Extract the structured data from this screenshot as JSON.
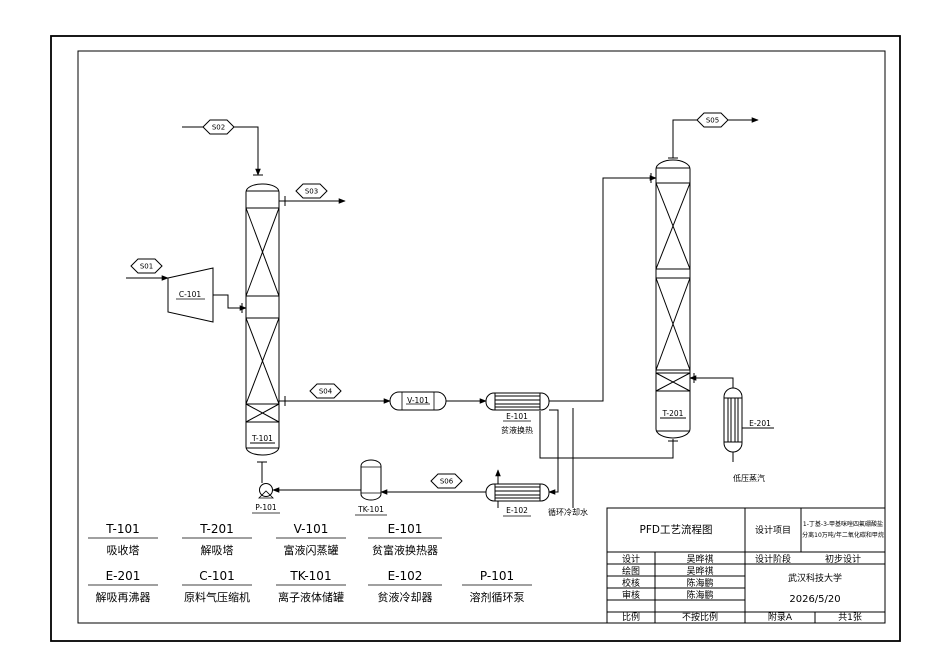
{
  "streams": {
    "s01": "S01",
    "s02": "S02",
    "s03": "S03",
    "s04": "S04",
    "s05": "S05",
    "s06": "S06"
  },
  "equipment_tags": {
    "c101": "C-101",
    "t101": "T-101",
    "v101": "V-101",
    "e101": "E-101",
    "e101_name": "贫液换热",
    "t201": "T-201",
    "e201": "E-201",
    "tk101": "TK-101",
    "e102": "E-102",
    "p101": "P-101"
  },
  "notes": {
    "low_pressure_steam": "低压蒸汽",
    "cooling_water": "循环冷却水"
  },
  "legend": [
    {
      "tag": "T-101",
      "name": "吸收塔"
    },
    {
      "tag": "T-201",
      "name": "解吸塔"
    },
    {
      "tag": "V-101",
      "name": "富液闪蒸罐"
    },
    {
      "tag": "E-101",
      "name": "贫富液换热器"
    },
    {
      "tag": "E-201",
      "name": "解吸再沸器"
    },
    {
      "tag": "C-101",
      "name": "原料气压缩机"
    },
    {
      "tag": "TK-101",
      "name": "离子液体储罐"
    },
    {
      "tag": "E-102",
      "name": "贫液冷却器"
    },
    {
      "tag": "P-101",
      "name": "溶剂循环泵"
    }
  ],
  "title_block": {
    "drawing_title": "PFD工艺流程图",
    "project_label": "设计项目",
    "project_name_line1": "1-丁基-3-甲基咪唑四氟硼酸盐",
    "project_name_line2": "分离10万吨/年二氧化碳和甲烷",
    "rows": [
      {
        "role": "设计",
        "person": "吴晔祺"
      },
      {
        "role": "绘图",
        "person": "吴晔祺"
      },
      {
        "role": "校核",
        "person": "陈海鹏"
      },
      {
        "role": "审核",
        "person": "陈海鹏"
      }
    ],
    "stage_label": "设计阶段",
    "stage_value": "初步设计",
    "university": "武汉科技大学",
    "date": "2026/5/20",
    "scale_label": "比例",
    "scale_value": "不按比例",
    "appendix": "附录A",
    "sheets": "共1张"
  }
}
